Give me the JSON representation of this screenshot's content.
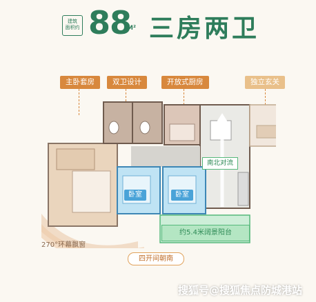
{
  "header": {
    "badge_line1": "建筑",
    "badge_line2": "面积约",
    "area": "88",
    "unit": "M²",
    "layout_type": "三房两卫"
  },
  "labels": {
    "master_suite": "主卧套房",
    "double_bath": "双卫设计",
    "open_kitchen": "开放式厨房",
    "entrance": "独立玄关",
    "north_south": "南北对流",
    "bedroom_a": "卧室",
    "bedroom_b": "卧室",
    "balcony": "约5.4米阔景阳台",
    "panorama": "270°环幕飘窗",
    "four_south": "四开间朝南"
  },
  "watermark": "搜狐号@搜狐焦点防城港站",
  "colors": {
    "brand_green": "#2e7d5b",
    "accent_orange": "#d8883d",
    "room_blue": "#4aa3d8",
    "balcony_green": "#55b87a"
  }
}
